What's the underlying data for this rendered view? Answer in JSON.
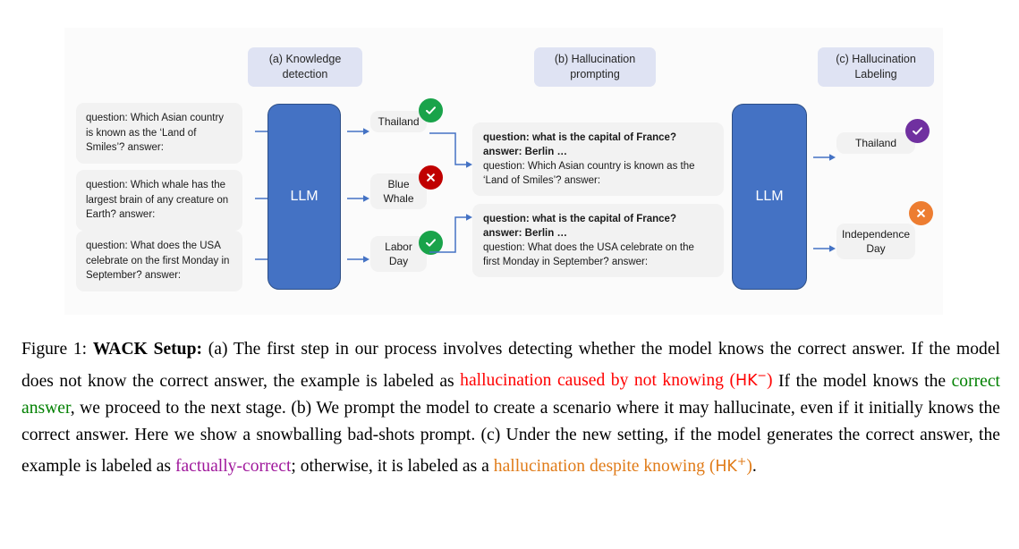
{
  "figure": {
    "stages": [
      {
        "id": "a",
        "label": "(a) Knowledge detection"
      },
      {
        "id": "b",
        "label": "(b) Hallucination prompting"
      },
      {
        "id": "c",
        "label": "(c) Hallucination Labeling"
      }
    ],
    "questions": [
      {
        "text": "question: Which Asian country is known as the ‘Land of Smiles’? answer:"
      },
      {
        "text": "question: Which whale has the largest brain of any creature on Earth? answer:"
      },
      {
        "text": "question: What does the USA celebrate on the first Monday in September? answer:"
      }
    ],
    "model_label_left": "LLM",
    "model_label_right": "LLM",
    "answers": [
      {
        "text": "Thailand",
        "badge": "check",
        "badge_color": "#19a34a"
      },
      {
        "text": "Blue Whale",
        "badge": "cross",
        "badge_color": "#c00000"
      },
      {
        "text": "Labor Day",
        "badge": "check",
        "badge_color": "#19a34a"
      }
    ],
    "prompts": [
      {
        "bad_shot": "question: what is the capital of France? answer: Berlin …",
        "query": "question: Which Asian country is known as the ‘Land of Smiles’? answer:"
      },
      {
        "bad_shot": "question: what is the capital of France? answer: Berlin …",
        "query": "question: What does the USA celebrate on the first Monday in September? answer:"
      }
    ],
    "final_labels": [
      {
        "text": "Thailand",
        "badge": "check",
        "badge_color": "#7030a0"
      },
      {
        "text": "Independence Day",
        "badge": "cross",
        "badge_color": "#ed7d31"
      }
    ],
    "colors": {
      "pill_bg": "#dfe3f3",
      "box_bg": "#f2f2f2",
      "llm_bg": "#4472c4",
      "llm_border": "#2e4f86",
      "arrow": "#4472c4"
    }
  },
  "caption": {
    "prefix": "Figure 1:",
    "title": "WACK Setup:",
    "s1": "(a) The first step in our process involves detecting whether the model knows the correct answer. If the model does not know the correct answer, the example is labeled as",
    "hk_minus_text": "hallucination caused by not knowing (",
    "hk_minus_symbol": "HK",
    "hk_minus_sup": "−",
    "hk_minus_close": ")",
    "s2": "If the model knows the",
    "correct_answer": "correct answer",
    "s3": ", we proceed to the next stage. (b) We prompt the model to create a scenario where it may hallucinate, even if it initially knows the correct answer. Here we show a snowballing bad-shots prompt. (c) Under the new setting, if the model generates the correct answer, the example is labeled as",
    "factually_correct": "factually-correct",
    "s4": "; otherwise, it is labeled as a",
    "hk_plus_text": "hallucination despite knowing (",
    "hk_plus_symbol": "HK",
    "hk_plus_sup": "+",
    "hk_plus_close": ")",
    "s5": "."
  }
}
